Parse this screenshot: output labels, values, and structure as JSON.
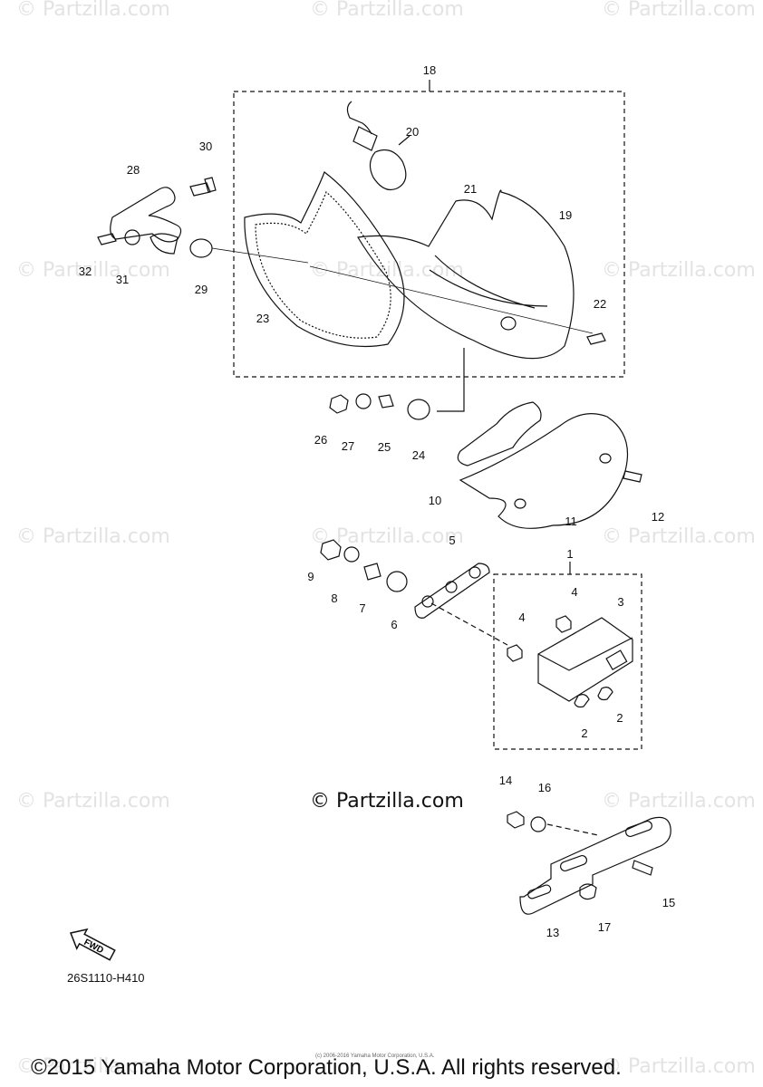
{
  "watermark": "© Partzilla.com",
  "center_watermark": "© Partzilla.com",
  "diagram_code": "26S1110-H410",
  "fwd_label": "FWD",
  "small_print": "(c) 2006-2016 Yamaha Motor Corporation, U.S.A.",
  "copyright": "©2015 Yamaha Motor Corporation, U.S.A. All rights reserved.",
  "parts": [
    {
      "num": "18"
    },
    {
      "num": "20"
    },
    {
      "num": "21"
    },
    {
      "num": "19"
    },
    {
      "num": "22"
    },
    {
      "num": "23"
    },
    {
      "num": "28"
    },
    {
      "num": "30"
    },
    {
      "num": "32"
    },
    {
      "num": "31"
    },
    {
      "num": "29"
    },
    {
      "num": "26"
    },
    {
      "num": "27"
    },
    {
      "num": "25"
    },
    {
      "num": "24"
    },
    {
      "num": "10"
    },
    {
      "num": "11"
    },
    {
      "num": "12"
    },
    {
      "num": "5"
    },
    {
      "num": "1"
    },
    {
      "num": "9"
    },
    {
      "num": "8"
    },
    {
      "num": "7"
    },
    {
      "num": "6"
    },
    {
      "num": "4"
    },
    {
      "num": "4"
    },
    {
      "num": "3"
    },
    {
      "num": "2"
    },
    {
      "num": "2"
    },
    {
      "num": "14"
    },
    {
      "num": "16"
    },
    {
      "num": "15"
    },
    {
      "num": "13"
    },
    {
      "num": "17"
    }
  ]
}
